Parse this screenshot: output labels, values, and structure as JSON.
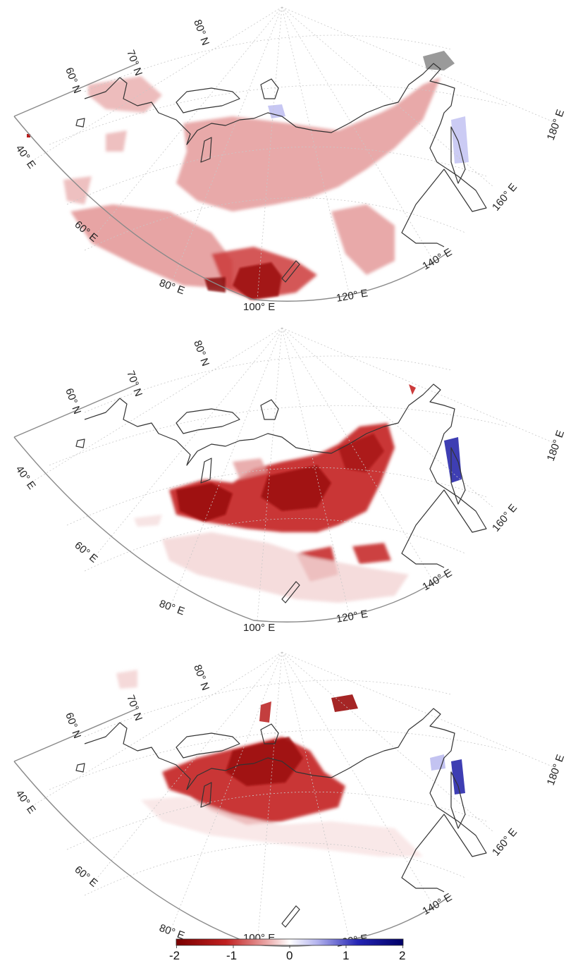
{
  "panels": [
    {
      "id": "panel-top",
      "lat_labels": [
        "80° N",
        "70° N",
        "60° N"
      ],
      "lon_labels": [
        "40° E",
        "60° E",
        "80° E",
        "100° E",
        "120° E",
        "140° E",
        "160° E",
        "180° E"
      ]
    },
    {
      "id": "panel-middle",
      "lat_labels": [
        "80° N",
        "70° N",
        "60° N"
      ],
      "lon_labels": [
        "40° E",
        "60° E",
        "80° E",
        "100° E",
        "120° E",
        "140° E",
        "160° E",
        "180° E"
      ]
    },
    {
      "id": "panel-bottom",
      "lat_labels": [
        "80° N",
        "70° N",
        "60° N"
      ],
      "lon_labels": [
        "40° E",
        "60° E",
        "80° E",
        "100° E",
        "120° E",
        "140° E",
        "160° E",
        "180° E"
      ]
    }
  ],
  "colorbar": {
    "ticks": [
      "-2",
      "-1",
      "0",
      "1",
      "2"
    ],
    "colors": [
      "#7a0000",
      "#b81c1c",
      "#e07a7a",
      "#ffffff",
      "#8d8de6",
      "#1c1ca6",
      "#000066"
    ]
  },
  "colors": {
    "red_strong": "#9b0d0d",
    "red_mid": "#cc3b3b",
    "red_light": "#eab0b0",
    "blue": "#2a2ad0",
    "gray_patch": "#9a9a9a"
  }
}
